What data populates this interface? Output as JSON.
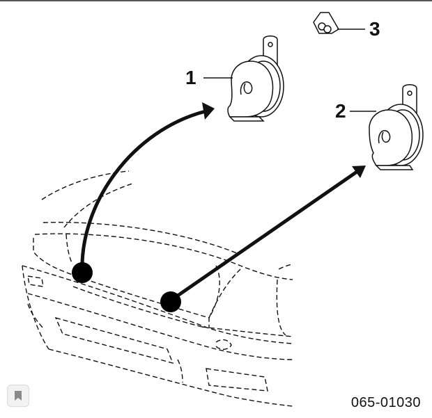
{
  "diagram": {
    "callouts": [
      "1",
      "2",
      "3"
    ],
    "part_code": "065-01030"
  },
  "icons": {
    "bookmark": "bookmark-icon"
  },
  "colors": {
    "line": "#111111",
    "fill": "#ffffff",
    "dot": "#000000"
  }
}
